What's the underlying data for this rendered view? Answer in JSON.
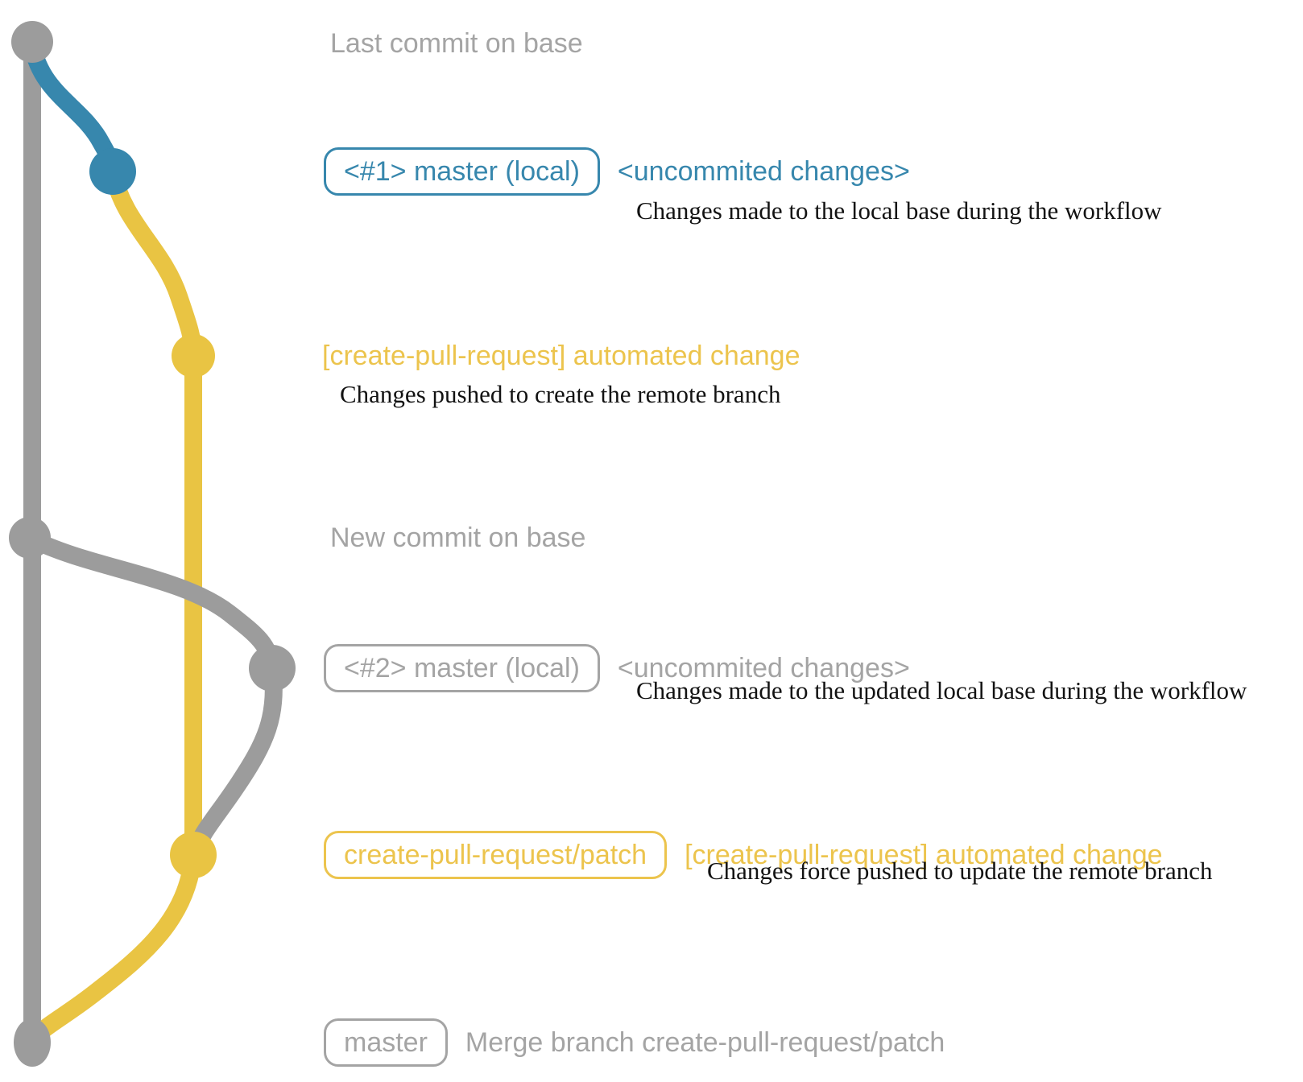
{
  "colors": {
    "gray": "#9c9c9c",
    "grayText": "#a4a4a4",
    "blue": "#3787ad",
    "yellow": "#e9c443",
    "yellowText": "#ecc44d",
    "ink": "#121212"
  },
  "rows": [
    {
      "message": "Last commit on base"
    },
    {
      "badge": "<#1> master (local)",
      "message": "<uncommited changes>",
      "note": "Changes made to the local base during the workflow"
    },
    {
      "message": "[create-pull-request] automated change",
      "note": "Changes pushed to create the remote branch"
    },
    {
      "message": "New commit on base"
    },
    {
      "badge": "<#2> master (local)",
      "message": "<uncommited changes>",
      "note": "Changes made to the updated local base during the workflow"
    },
    {
      "badge": "create-pull-request/patch",
      "message": "[create-pull-request] automated change",
      "note": "Changes force pushed to update the remote branch"
    },
    {
      "badge": "master",
      "message": "Merge branch create-pull-request/patch"
    }
  ]
}
